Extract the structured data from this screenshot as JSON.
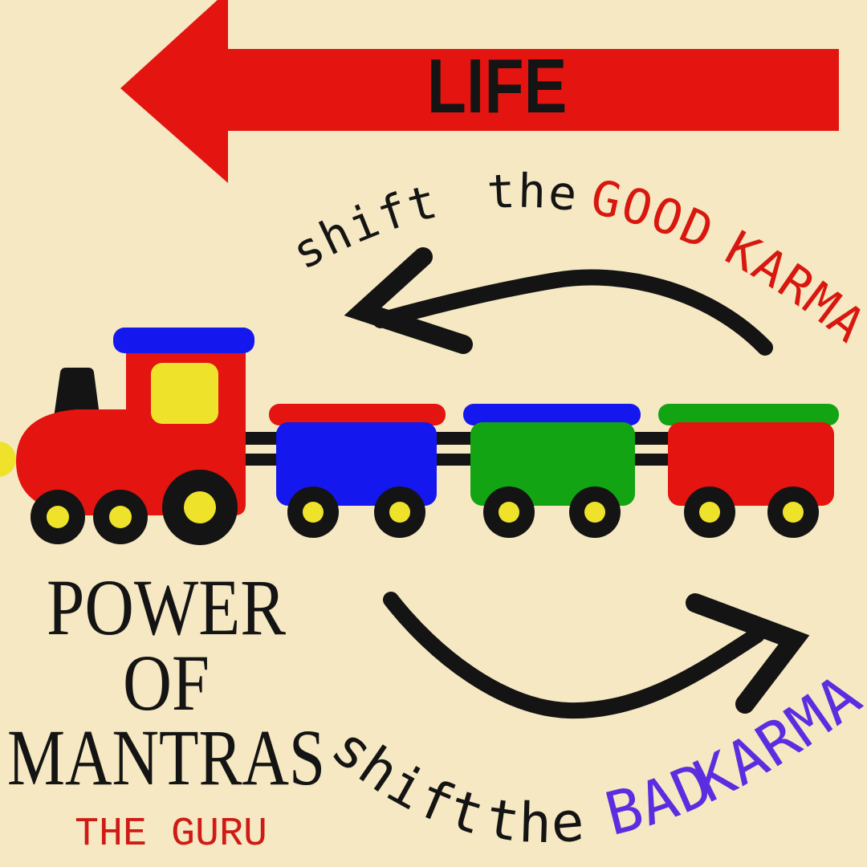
{
  "page": {
    "bg": "#f5e8c2"
  },
  "colors": {
    "red": "#e41410",
    "blue": "#1418ee",
    "green": "#12a412",
    "yellow": "#efe22b",
    "black": "#141414",
    "text_red": "#d8170e",
    "purple": "#5a2ee0",
    "signature_red": "#cf1b15"
  },
  "top_arrow": {
    "label": "LIFE",
    "direction": "left"
  },
  "arc_text_top": {
    "word1": "shift",
    "word2": "the",
    "word3": "GOOD",
    "word4": "KARMA"
  },
  "arc_text_bottom": {
    "word1": "shift",
    "word2": "the",
    "word3": "BAD",
    "word4": "KARMA"
  },
  "title": {
    "line1": "POWER",
    "line2": "OF",
    "line3": "MANTRAS"
  },
  "signature": "THE GURU",
  "train": {
    "engine": {
      "body": "red",
      "roof": "blue",
      "window": "yellow",
      "wheels": "black with yellow hubs"
    },
    "wagons": [
      {
        "body": "blue",
        "roof": "red"
      },
      {
        "body": "green",
        "roof": "blue"
      },
      {
        "body": "red",
        "roof": "green"
      }
    ]
  }
}
